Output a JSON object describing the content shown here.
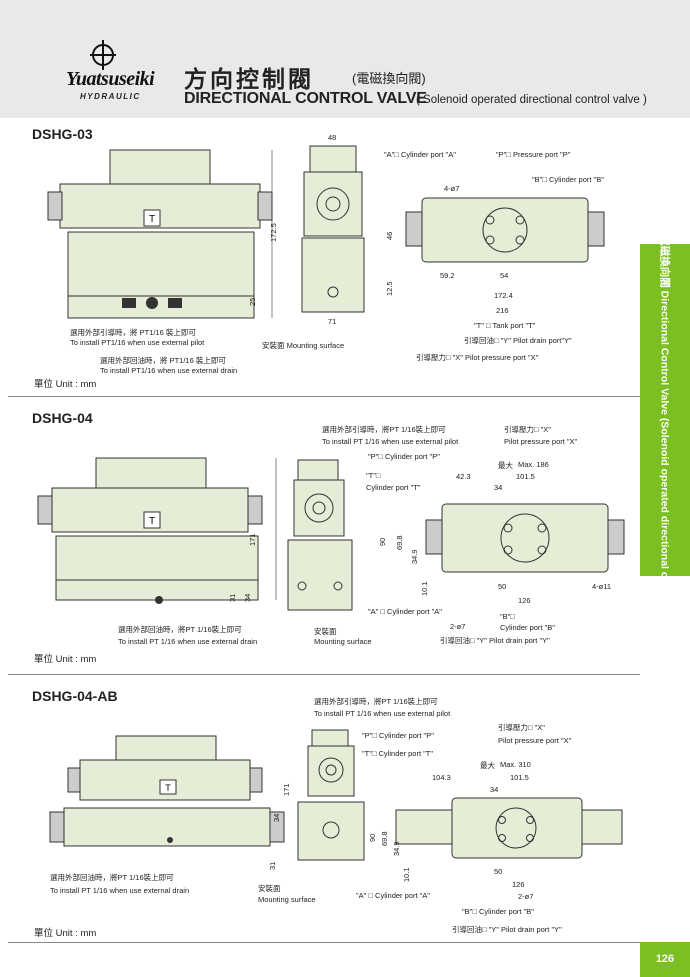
{
  "header": {
    "logo_brand": "Yuatsuseiki",
    "logo_sub": "HYDRAULIC",
    "title_zh": "方向控制閥",
    "title_zh_sub": "(電磁換向閥)",
    "title_en": "DIRECTIONAL CONTROL VALVE",
    "title_en_sub": "( Solenoid operated directional control valve )"
  },
  "side_tab": {
    "text": "方向控制閥  電磁換向閥  Directional Control Valve (Solenoid operated directional control valve)"
  },
  "page_number": "126",
  "colors": {
    "accent": "#7bbf22",
    "header_bg": "#e9e9e9",
    "body_fill": "#e6edd6"
  },
  "sections": [
    {
      "title": "DSHG-03",
      "unit": "單位 Unit : mm",
      "front": {
        "dims": [
          "172.5",
          "25"
        ],
        "notes": [
          "選用外部引導時，將 PT1/16 裝上即可",
          "To install PT1/16 when use external pilot",
          "選用外部回油時，將 PT1/16 裝上即可",
          "To install PT1/16 when use external drain"
        ]
      },
      "side": {
        "dims": [
          "48",
          "71"
        ],
        "mounting": "安裝面 Mounting surface"
      },
      "top": {
        "dims": [
          "46",
          "12.5",
          "59.2",
          "54",
          "172.4",
          "216",
          "4-ø7"
        ],
        "labels": [
          "\"A\"□ Cylinder port \"A\"",
          "\"P\"□ Pressure port \"P\"",
          "\"B\"□ Cylinder port \"B\"",
          "\"T\" □ Tank port \"T\"",
          "引導回油□ \"Y\" Pilot drain port\"Y\"",
          "引導壓力□ \"X\" Pilot pressure port \"X\""
        ]
      }
    },
    {
      "title": "DSHG-04",
      "unit": "單位 Unit : mm",
      "front": {
        "dims": [
          "171",
          "31",
          "34"
        ],
        "notes": [
          "選用外部回油時，將PT 1/16裝上即可",
          "To install PT 1/16 when use external drain"
        ]
      },
      "side": {
        "mounting_zh": "安裝面",
        "mounting_en": "Mounting surface"
      },
      "top": {
        "dims": [
          "Max. 186",
          "42.3",
          "101.5",
          "34",
          "90",
          "69.8",
          "34.9",
          "10.1",
          "50",
          "126",
          "4-ø11",
          "2-ø7"
        ],
        "max_prefix": "最大",
        "labels": [
          "選用外部引導時，將PT 1/16裝上即可",
          "To install PT 1/16 when use external pilot",
          "\"P\"□ Cylinder port \"P\"",
          "\"T\"□",
          "Cylinder port \"T\"",
          "引導壓力□ \"X\"",
          "Pilot pressure port \"X\"",
          "\"A\" □ Cylinder port \"A\"",
          "\"B\"□",
          "Cylinder port \"B\"",
          "引導回油□ \"Y\" Pilot drain port \"Y\""
        ]
      }
    },
    {
      "title": "DSHG-04-AB",
      "unit": "單位 Unit : mm",
      "front": {
        "dims": [
          "171",
          "34",
          "31"
        ],
        "notes": [
          "選用外部回油時，將PT 1/16裝上即可",
          "To install PT 1/16 when use external drain"
        ]
      },
      "side": {
        "mounting_zh": "安裝面",
        "mounting_en": "Mounting surface"
      },
      "top": {
        "dims": [
          "Max. 310",
          "104.3",
          "101.5",
          "34",
          "90",
          "69.8",
          "34.9",
          "10.1",
          "50",
          "126",
          "2-ø7"
        ],
        "max_prefix": "最大",
        "labels": [
          "選用外部引導時，將PT 1/16裝上即可",
          "To install PT 1/16 when use external pilot",
          "\"P\"□ Cylinder port \"P\"",
          "\"T\"□ Cylinder port \"T\"",
          "引導壓力□ \"X\"",
          "Pilot pressure port \"X\"",
          "\"A\" □ Cylinder port \"A\"",
          "\"B\"□ Cylinder port \"B\"",
          "引導回油□ \"Y\" Pilot drain port \"Y\""
        ]
      }
    }
  ]
}
